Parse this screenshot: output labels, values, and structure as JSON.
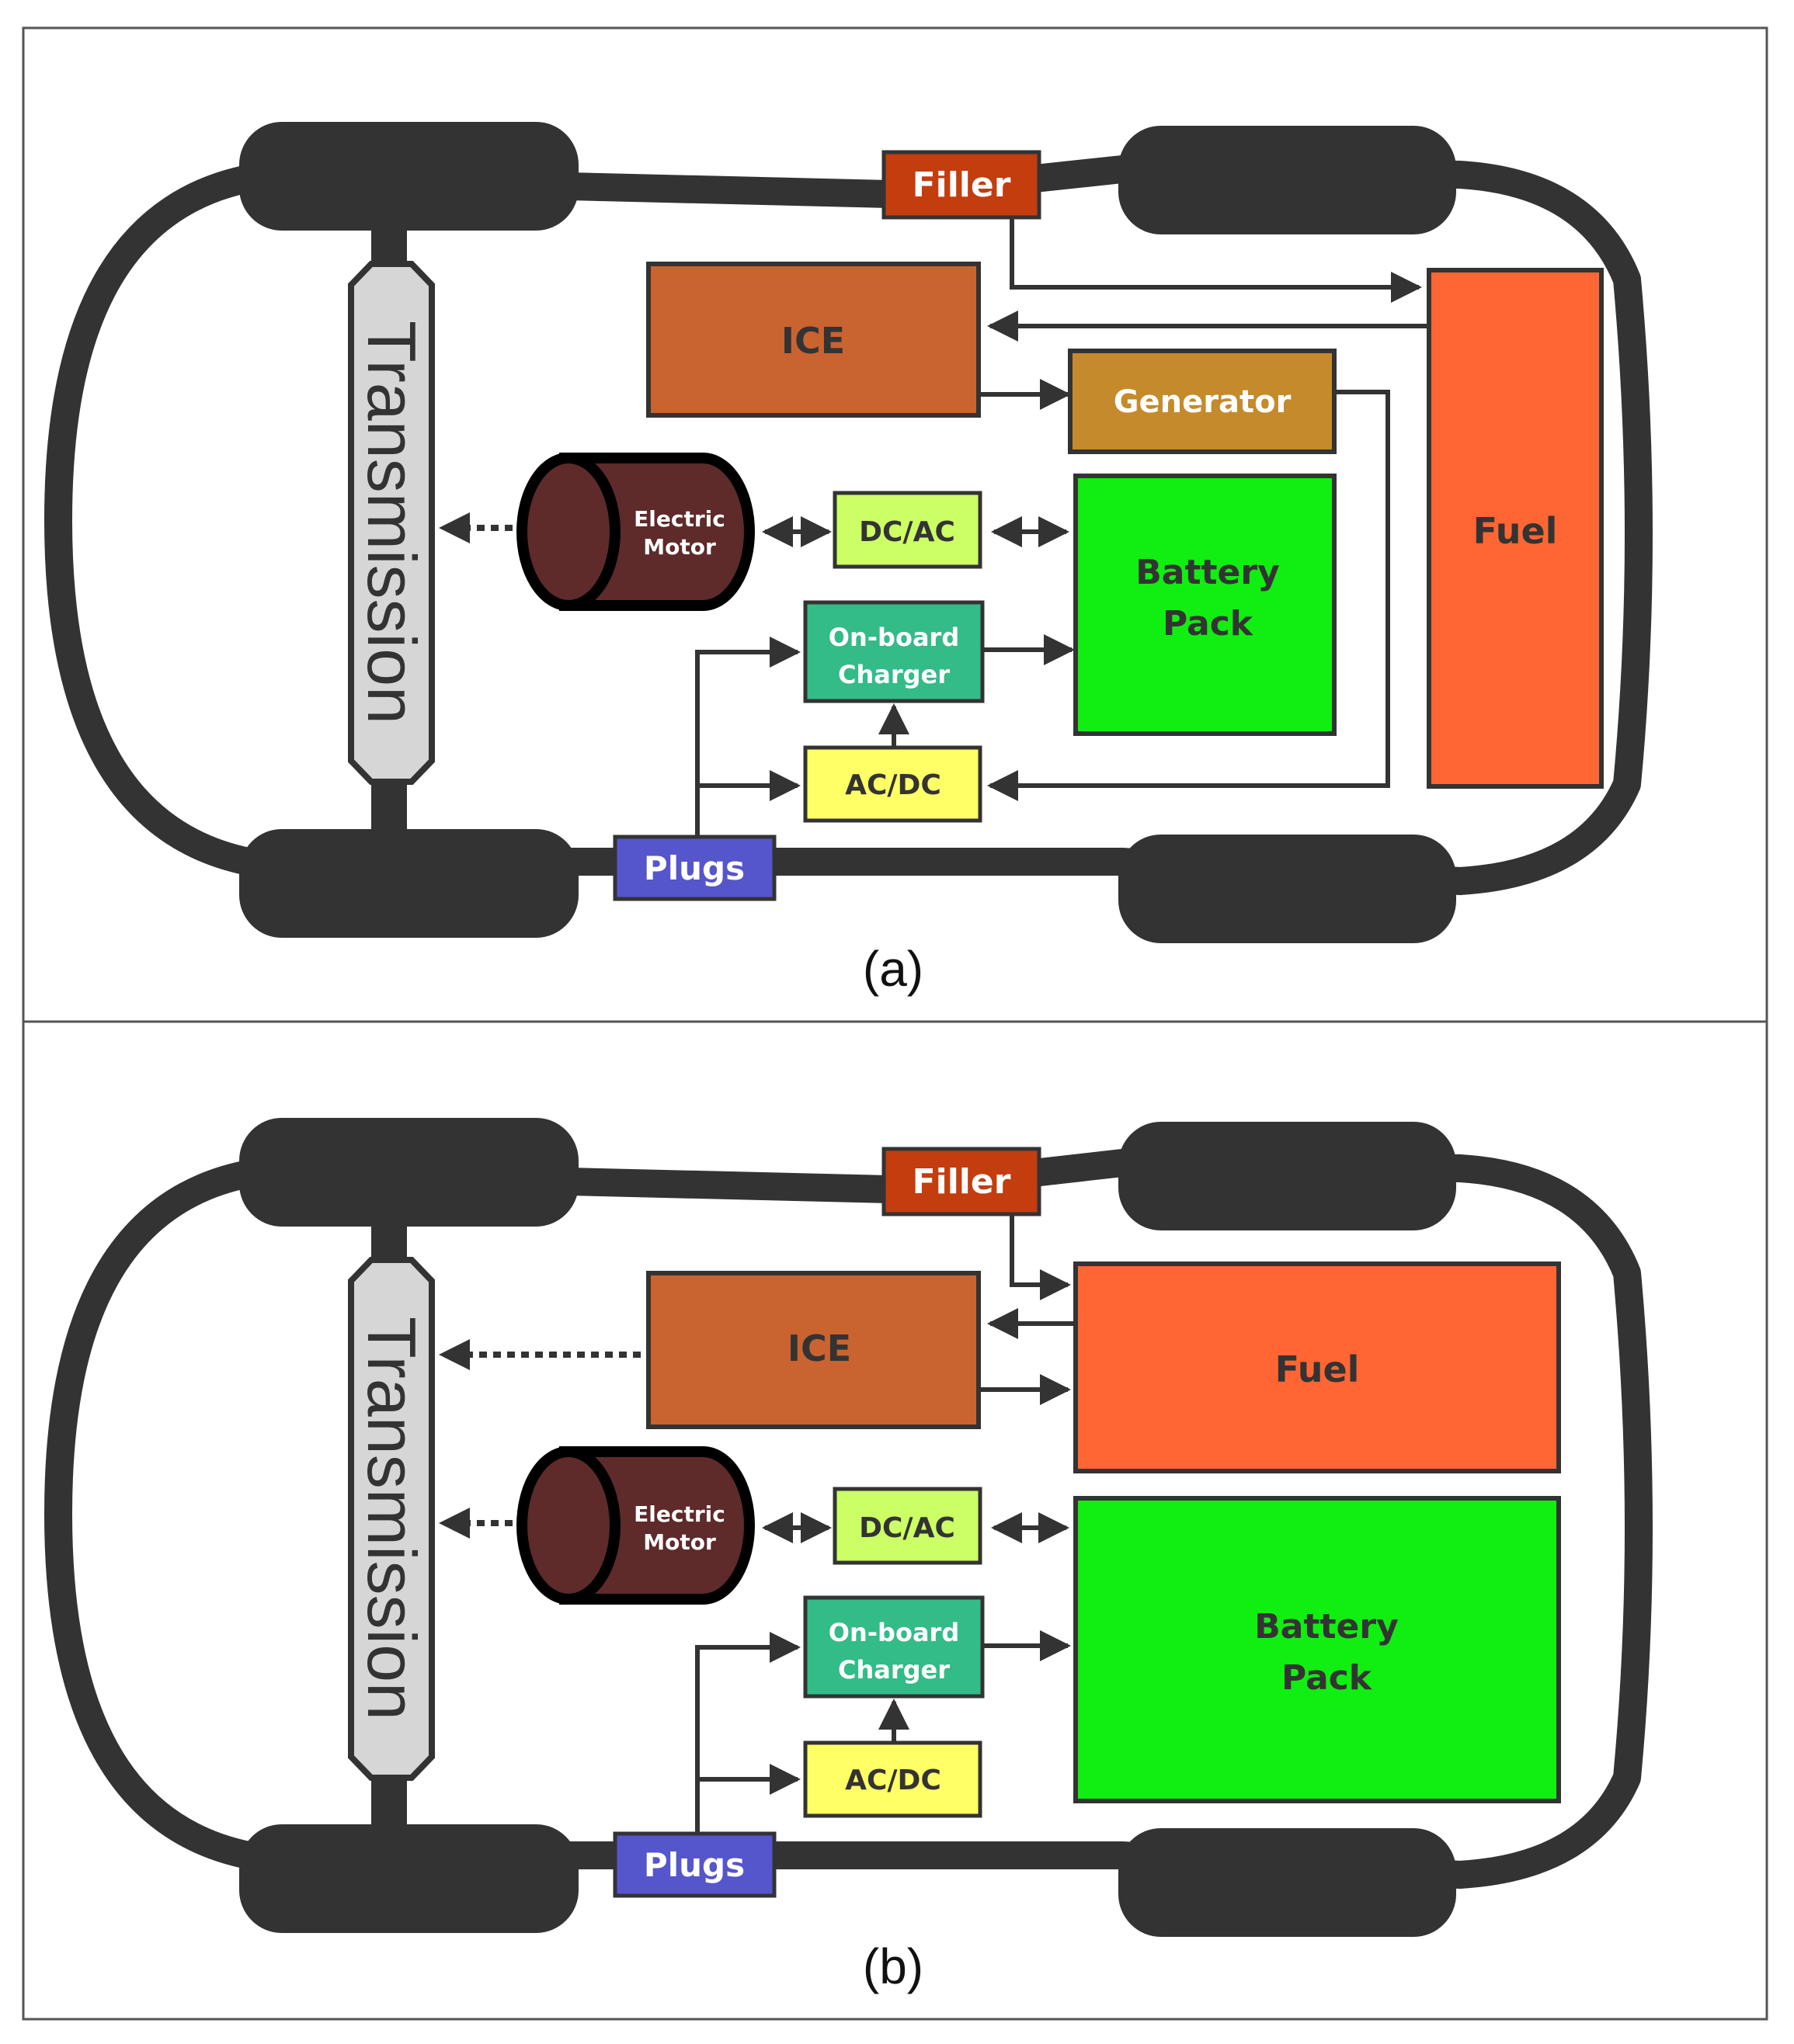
{
  "colors": {
    "body": "#333333",
    "wheel": "#333333",
    "transmission_fill": "#d6d6d6",
    "filler": "#c33d0f",
    "ice": "#c96330",
    "generator": "#c58a2c",
    "fuel": "#ff6633",
    "battery": "#11ee11",
    "dcac": "#ccff66",
    "acdc": "#ffff66",
    "charger": "#33bb88",
    "plugs": "#5555cc",
    "motor": "#5e2a2a"
  },
  "icons": {
    "motor": "cylinder-icon",
    "arrow": "arrow-icon",
    "dotted_arrow": "dotted-arrow-icon"
  },
  "panels": [
    {
      "caption": "(a)",
      "labels": {
        "transmission": "Transmission",
        "filler": "Filler",
        "ice": "ICE",
        "generator": "Generator",
        "fuel": "Fuel",
        "motor_line1": "Electric",
        "motor_line2": "Motor",
        "dcac": "DC/AC",
        "battery_line1": "Battery",
        "battery_line2": "Pack",
        "charger_line1": "On-board",
        "charger_line2": "Charger",
        "acdc": "AC/DC",
        "plugs": "Plugs"
      }
    },
    {
      "caption": "(b)",
      "labels": {
        "transmission": "Transmission",
        "filler": "Filler",
        "ice": "ICE",
        "fuel": "Fuel",
        "motor_line1": "Electric",
        "motor_line2": "Motor",
        "dcac": "DC/AC",
        "battery_line1": "Battery",
        "battery_line2": "Pack",
        "charger_line1": "On-board",
        "charger_line2": "Charger",
        "acdc": "AC/DC",
        "plugs": "Plugs"
      }
    }
  ]
}
